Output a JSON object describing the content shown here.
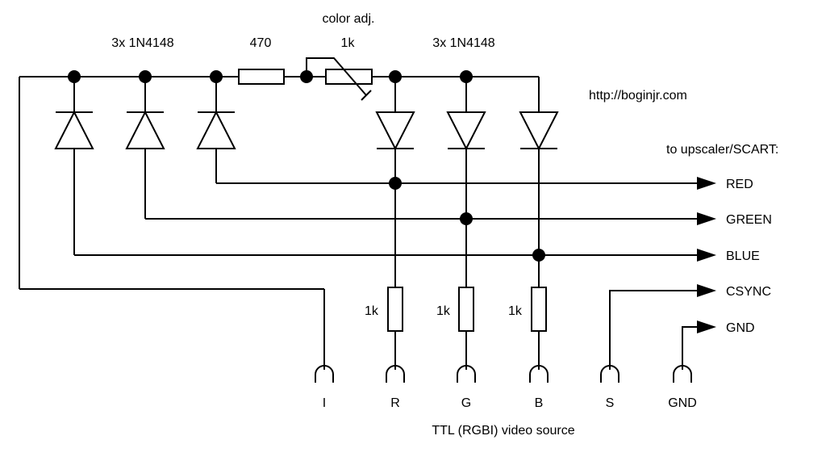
{
  "labels": {
    "color_adj": "color adj.",
    "diodes_left": "3x 1N4148",
    "diodes_right": "3x 1N4148",
    "r470": "470",
    "pot_1k": "1k",
    "url": "http://boginjr.com",
    "to_upscaler": "to upscaler/SCART:",
    "out_red": "RED",
    "out_green": "GREEN",
    "out_blue": "BLUE",
    "out_csync": "CSYNC",
    "out_gnd": "GND",
    "r_r": "1k",
    "r_g": "1k",
    "r_b": "1k",
    "in_i": "I",
    "in_r": "R",
    "in_g": "G",
    "in_b": "B",
    "in_s": "S",
    "in_gnd": "GND",
    "source": "TTL (RGBI) video source"
  }
}
